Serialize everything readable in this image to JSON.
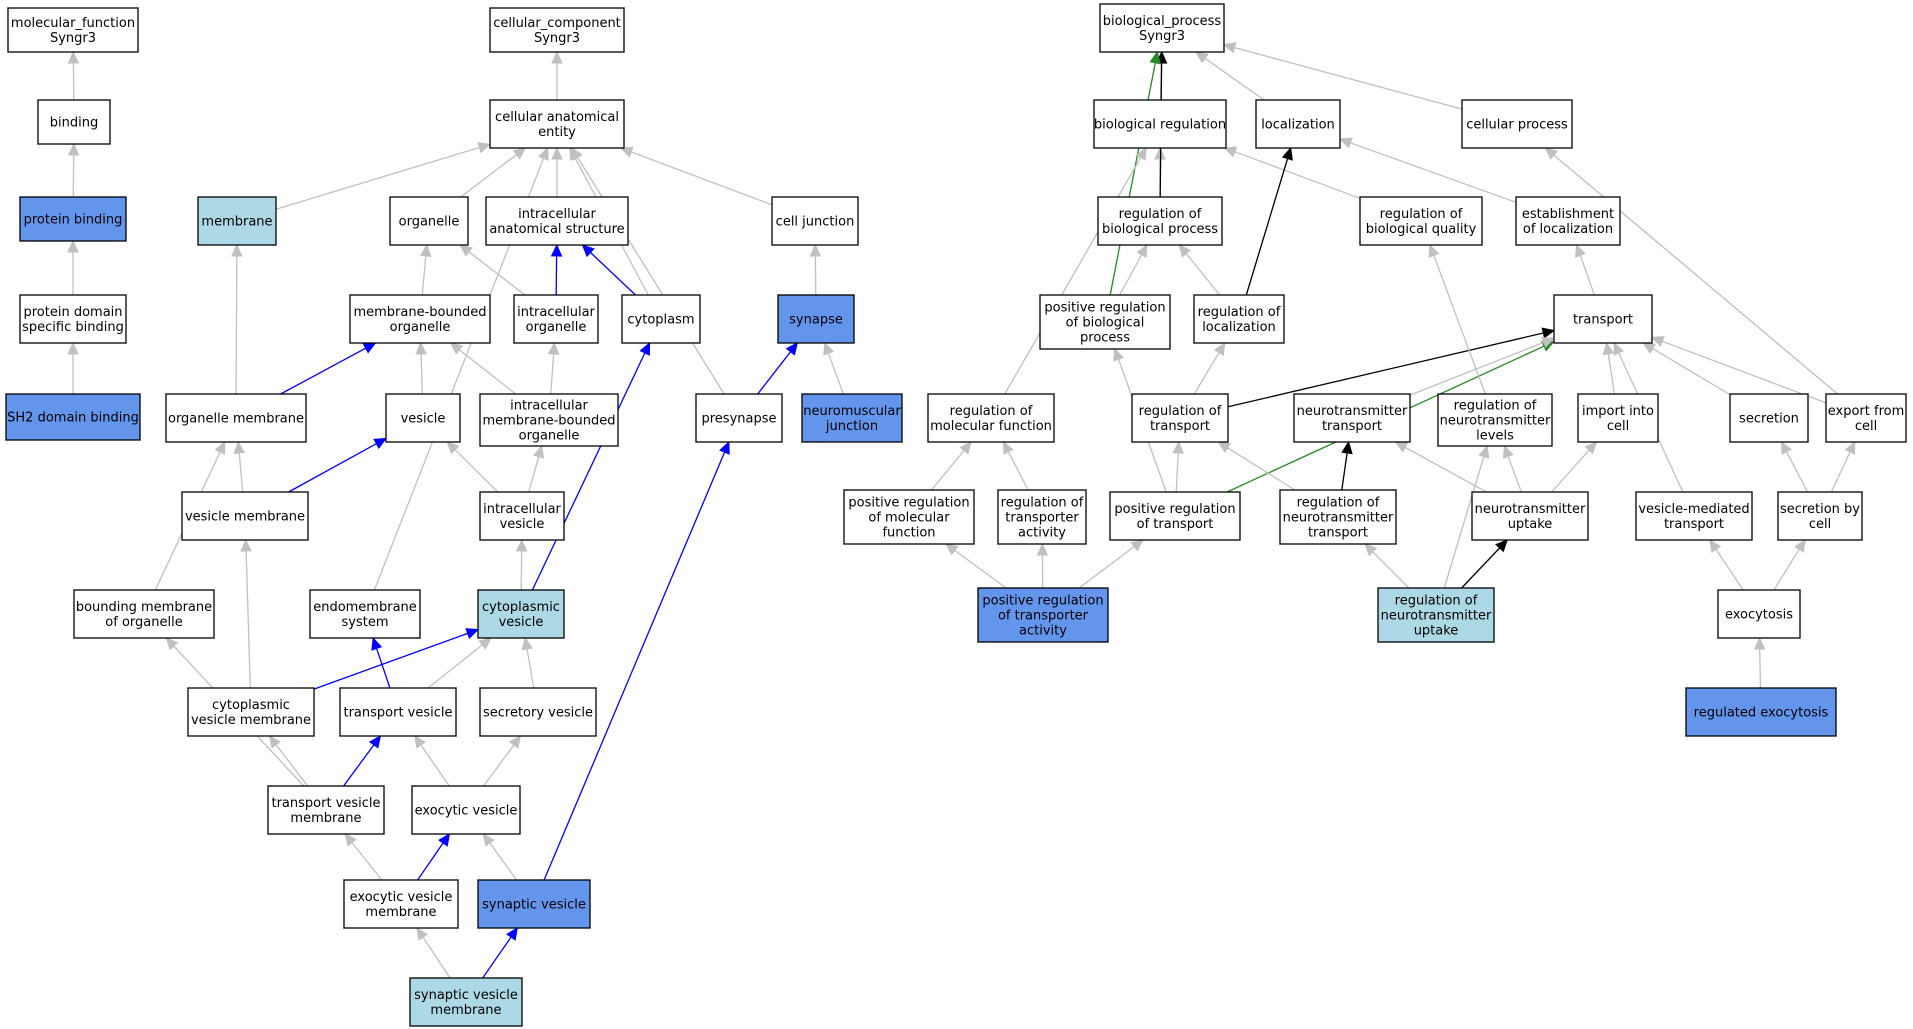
{
  "colors": {
    "white": "#ffffff",
    "light": "#add8e6",
    "blue": "#6495ed",
    "edge_default": "#c0c0c0",
    "edge_part_of": "#0000ff",
    "edge_regulates": "#000000",
    "edge_positive": "#228b22"
  },
  "nodes": [
    {
      "id": "mf",
      "lines": [
        "molecular_function",
        "Syngr3"
      ],
      "fill": "white"
    },
    {
      "id": "binding",
      "lines": [
        "binding"
      ],
      "fill": "white"
    },
    {
      "id": "pb",
      "lines": [
        "protein binding"
      ],
      "fill": "blue"
    },
    {
      "id": "pdsb",
      "lines": [
        "protein domain",
        "specific binding"
      ],
      "fill": "white"
    },
    {
      "id": "sh2",
      "lines": [
        "SH2 domain binding"
      ],
      "fill": "blue"
    },
    {
      "id": "cc",
      "lines": [
        "cellular_component",
        "Syngr3"
      ],
      "fill": "white"
    },
    {
      "id": "cae",
      "lines": [
        "cellular anatomical",
        "entity"
      ],
      "fill": "white"
    },
    {
      "id": "membrane",
      "lines": [
        "membrane"
      ],
      "fill": "light"
    },
    {
      "id": "organelle",
      "lines": [
        "organelle"
      ],
      "fill": "white"
    },
    {
      "id": "ias",
      "lines": [
        "intracellular",
        "anatomical structure"
      ],
      "fill": "white"
    },
    {
      "id": "cj",
      "lines": [
        "cell junction"
      ],
      "fill": "white"
    },
    {
      "id": "mbo",
      "lines": [
        "membrane-bounded",
        "organelle"
      ],
      "fill": "white"
    },
    {
      "id": "io",
      "lines": [
        "intracellular",
        "organelle"
      ],
      "fill": "white"
    },
    {
      "id": "cytoplasm",
      "lines": [
        "cytoplasm"
      ],
      "fill": "white"
    },
    {
      "id": "synapse",
      "lines": [
        "synapse"
      ],
      "fill": "blue"
    },
    {
      "id": "om",
      "lines": [
        "organelle membrane"
      ],
      "fill": "white"
    },
    {
      "id": "vesicle",
      "lines": [
        "vesicle"
      ],
      "fill": "white"
    },
    {
      "id": "imbo",
      "lines": [
        "intracellular",
        "membrane-bounded",
        "organelle"
      ],
      "fill": "white"
    },
    {
      "id": "presynapse",
      "lines": [
        "presynapse"
      ],
      "fill": "white"
    },
    {
      "id": "nmj",
      "lines": [
        "neuromuscular",
        "junction"
      ],
      "fill": "blue"
    },
    {
      "id": "vm",
      "lines": [
        "vesicle membrane"
      ],
      "fill": "white"
    },
    {
      "id": "iv",
      "lines": [
        "intracellular",
        "vesicle"
      ],
      "fill": "white"
    },
    {
      "id": "bmo",
      "lines": [
        "bounding membrane",
        "of organelle"
      ],
      "fill": "white"
    },
    {
      "id": "es",
      "lines": [
        "endomembrane",
        "system"
      ],
      "fill": "white"
    },
    {
      "id": "cv",
      "lines": [
        "cytoplasmic",
        "vesicle"
      ],
      "fill": "light"
    },
    {
      "id": "cvm",
      "lines": [
        "cytoplasmic",
        "vesicle membrane"
      ],
      "fill": "white"
    },
    {
      "id": "tv",
      "lines": [
        "transport vesicle"
      ],
      "fill": "white"
    },
    {
      "id": "sv",
      "lines": [
        "secretory vesicle"
      ],
      "fill": "white"
    },
    {
      "id": "tvm",
      "lines": [
        "transport vesicle",
        "membrane"
      ],
      "fill": "white"
    },
    {
      "id": "ev",
      "lines": [
        "exocytic vesicle"
      ],
      "fill": "white"
    },
    {
      "id": "evm",
      "lines": [
        "exocytic vesicle",
        "membrane"
      ],
      "fill": "white"
    },
    {
      "id": "synv",
      "lines": [
        "synaptic vesicle"
      ],
      "fill": "blue"
    },
    {
      "id": "svm",
      "lines": [
        "synaptic vesicle",
        "membrane"
      ],
      "fill": "light"
    },
    {
      "id": "bp",
      "lines": [
        "biological_process",
        "Syngr3"
      ],
      "fill": "white"
    },
    {
      "id": "br",
      "lines": [
        "biological regulation"
      ],
      "fill": "white"
    },
    {
      "id": "loc",
      "lines": [
        "localization"
      ],
      "fill": "white"
    },
    {
      "id": "cp",
      "lines": [
        "cellular process"
      ],
      "fill": "white"
    },
    {
      "id": "rbp",
      "lines": [
        "regulation of",
        "biological process"
      ],
      "fill": "white"
    },
    {
      "id": "rbq",
      "lines": [
        "regulation of",
        "biological quality"
      ],
      "fill": "white"
    },
    {
      "id": "eol",
      "lines": [
        "establishment",
        "of localization"
      ],
      "fill": "white"
    },
    {
      "id": "prbp",
      "lines": [
        "positive regulation",
        "of biological",
        "process"
      ],
      "fill": "white"
    },
    {
      "id": "rol",
      "lines": [
        "regulation of",
        "localization"
      ],
      "fill": "white"
    },
    {
      "id": "transport",
      "lines": [
        "transport"
      ],
      "fill": "white"
    },
    {
      "id": "rmf",
      "lines": [
        "regulation of",
        "molecular function"
      ],
      "fill": "white"
    },
    {
      "id": "rot",
      "lines": [
        "regulation of",
        "transport"
      ],
      "fill": "white"
    },
    {
      "id": "ntt",
      "lines": [
        "neurotransmitter",
        "transport"
      ],
      "fill": "white"
    },
    {
      "id": "rnl",
      "lines": [
        "regulation of",
        "neurotransmitter",
        "levels"
      ],
      "fill": "white"
    },
    {
      "id": "iic",
      "lines": [
        "import into",
        "cell"
      ],
      "fill": "white"
    },
    {
      "id": "secretion",
      "lines": [
        "secretion"
      ],
      "fill": "white"
    },
    {
      "id": "efc",
      "lines": [
        "export from",
        "cell"
      ],
      "fill": "white"
    },
    {
      "id": "prmf",
      "lines": [
        "positive regulation",
        "of molecular",
        "function"
      ],
      "fill": "white"
    },
    {
      "id": "rta",
      "lines": [
        "regulation of",
        "transporter",
        "activity"
      ],
      "fill": "white"
    },
    {
      "id": "prt",
      "lines": [
        "positive regulation",
        "of transport"
      ],
      "fill": "white"
    },
    {
      "id": "rntt",
      "lines": [
        "regulation of",
        "neurotransmitter",
        "transport"
      ],
      "fill": "white"
    },
    {
      "id": "ntu",
      "lines": [
        "neurotransmitter",
        "uptake"
      ],
      "fill": "white"
    },
    {
      "id": "vmt",
      "lines": [
        "vesicle-mediated",
        "transport"
      ],
      "fill": "white"
    },
    {
      "id": "sbc",
      "lines": [
        "secretion by",
        "cell"
      ],
      "fill": "white"
    },
    {
      "id": "prta",
      "lines": [
        "positive regulation",
        "of transporter",
        "activity"
      ],
      "fill": "blue"
    },
    {
      "id": "rntu",
      "lines": [
        "regulation of",
        "neurotransmitter",
        "uptake"
      ],
      "fill": "light"
    },
    {
      "id": "exocytosis",
      "lines": [
        "exocytosis"
      ],
      "fill": "white"
    },
    {
      "id": "rexo",
      "lines": [
        "regulated exocytosis"
      ],
      "fill": "blue"
    }
  ],
  "edges": [
    {
      "from": "binding",
      "to": "mf",
      "type": "is_a"
    },
    {
      "from": "pb",
      "to": "binding",
      "type": "is_a"
    },
    {
      "from": "pdsb",
      "to": "pb",
      "type": "is_a"
    },
    {
      "from": "sh2",
      "to": "pdsb",
      "type": "is_a"
    },
    {
      "from": "cae",
      "to": "cc",
      "type": "is_a"
    },
    {
      "from": "membrane",
      "to": "cae",
      "type": "is_a"
    },
    {
      "from": "organelle",
      "to": "cae",
      "type": "is_a"
    },
    {
      "from": "ias",
      "to": "cae",
      "type": "is_a"
    },
    {
      "from": "cj",
      "to": "cae",
      "type": "is_a"
    },
    {
      "from": "cytoplasm",
      "to": "cae",
      "type": "is_a"
    },
    {
      "from": "presynapse",
      "to": "cae",
      "type": "is_a"
    },
    {
      "from": "es",
      "to": "cae",
      "type": "is_a"
    },
    {
      "from": "mbo",
      "to": "organelle",
      "type": "is_a"
    },
    {
      "from": "io",
      "to": "organelle",
      "type": "is_a"
    },
    {
      "from": "io",
      "to": "ias",
      "type": "part_of"
    },
    {
      "from": "cytoplasm",
      "to": "ias",
      "type": "part_of"
    },
    {
      "from": "synapse",
      "to": "cj",
      "type": "is_a"
    },
    {
      "from": "nmj",
      "to": "synapse",
      "type": "is_a"
    },
    {
      "from": "presynapse",
      "to": "synapse",
      "type": "part_of"
    },
    {
      "from": "om",
      "to": "membrane",
      "type": "is_a"
    },
    {
      "from": "om",
      "to": "mbo",
      "type": "part_of"
    },
    {
      "from": "vesicle",
      "to": "mbo",
      "type": "is_a"
    },
    {
      "from": "imbo",
      "to": "mbo",
      "type": "is_a"
    },
    {
      "from": "imbo",
      "to": "io",
      "type": "is_a"
    },
    {
      "from": "vm",
      "to": "om",
      "type": "is_a"
    },
    {
      "from": "vm",
      "to": "vesicle",
      "type": "part_of"
    },
    {
      "from": "iv",
      "to": "vesicle",
      "type": "is_a"
    },
    {
      "from": "iv",
      "to": "imbo",
      "type": "is_a"
    },
    {
      "from": "bmo",
      "to": "om",
      "type": "is_a"
    },
    {
      "from": "cv",
      "to": "iv",
      "type": "is_a"
    },
    {
      "from": "cv",
      "to": "cytoplasm",
      "type": "part_of"
    },
    {
      "from": "cvm",
      "to": "vm",
      "type": "is_a"
    },
    {
      "from": "cvm",
      "to": "cv",
      "type": "part_of"
    },
    {
      "from": "tv",
      "to": "cv",
      "type": "is_a"
    },
    {
      "from": "tv",
      "to": "es",
      "type": "part_of"
    },
    {
      "from": "sv",
      "to": "cv",
      "type": "is_a"
    },
    {
      "from": "tvm",
      "to": "bmo",
      "type": "is_a"
    },
    {
      "from": "tvm",
      "to": "cvm",
      "type": "is_a"
    },
    {
      "from": "tvm",
      "to": "tv",
      "type": "part_of"
    },
    {
      "from": "ev",
      "to": "tv",
      "type": "is_a"
    },
    {
      "from": "ev",
      "to": "sv",
      "type": "is_a"
    },
    {
      "from": "evm",
      "to": "tvm",
      "type": "is_a"
    },
    {
      "from": "evm",
      "to": "ev",
      "type": "part_of"
    },
    {
      "from": "synv",
      "to": "ev",
      "type": "is_a"
    },
    {
      "from": "synv",
      "to": "presynapse",
      "type": "part_of"
    },
    {
      "from": "svm",
      "to": "evm",
      "type": "is_a"
    },
    {
      "from": "svm",
      "to": "synv",
      "type": "part_of"
    },
    {
      "from": "br",
      "to": "bp",
      "type": "is_a"
    },
    {
      "from": "loc",
      "to": "bp",
      "type": "is_a"
    },
    {
      "from": "cp",
      "to": "bp",
      "type": "is_a"
    },
    {
      "from": "rbp",
      "to": "br",
      "type": "is_a"
    },
    {
      "from": "rbp",
      "to": "bp",
      "type": "regulates"
    },
    {
      "from": "prbp",
      "to": "bp",
      "type": "positively_regulates"
    },
    {
      "from": "rbq",
      "to": "br",
      "type": "is_a"
    },
    {
      "from": "eol",
      "to": "loc",
      "type": "is_a"
    },
    {
      "from": "rmf",
      "to": "br",
      "type": "is_a"
    },
    {
      "from": "prbp",
      "to": "rbp",
      "type": "is_a"
    },
    {
      "from": "rol",
      "to": "rbp",
      "type": "is_a"
    },
    {
      "from": "rol",
      "to": "loc",
      "type": "regulates"
    },
    {
      "from": "transport",
      "to": "eol",
      "type": "is_a"
    },
    {
      "from": "rot",
      "to": "rol",
      "type": "is_a"
    },
    {
      "from": "rot",
      "to": "transport",
      "type": "regulates"
    },
    {
      "from": "prt",
      "to": "transport",
      "type": "positively_regulates"
    },
    {
      "from": "ntt",
      "to": "transport",
      "type": "is_a"
    },
    {
      "from": "rnl",
      "to": "rbq",
      "type": "is_a"
    },
    {
      "from": "iic",
      "to": "transport",
      "type": "is_a"
    },
    {
      "from": "secretion",
      "to": "transport",
      "type": "is_a"
    },
    {
      "from": "efc",
      "to": "transport",
      "type": "is_a"
    },
    {
      "from": "efc",
      "to": "cp",
      "type": "is_a"
    },
    {
      "from": "vmt",
      "to": "transport",
      "type": "is_a"
    },
    {
      "from": "prmf",
      "to": "rmf",
      "type": "is_a"
    },
    {
      "from": "rta",
      "to": "rmf",
      "type": "is_a"
    },
    {
      "from": "prt",
      "to": "rot",
      "type": "is_a"
    },
    {
      "from": "prt",
      "to": "prbp",
      "type": "is_a"
    },
    {
      "from": "rntt",
      "to": "rot",
      "type": "is_a"
    },
    {
      "from": "rntt",
      "to": "ntt",
      "type": "regulates"
    },
    {
      "from": "ntu",
      "to": "ntt",
      "type": "is_a"
    },
    {
      "from": "ntu",
      "to": "rnl",
      "type": "is_a"
    },
    {
      "from": "ntu",
      "to": "iic",
      "type": "is_a"
    },
    {
      "from": "sbc",
      "to": "secretion",
      "type": "is_a"
    },
    {
      "from": "sbc",
      "to": "efc",
      "type": "is_a"
    },
    {
      "from": "prta",
      "to": "prmf",
      "type": "is_a"
    },
    {
      "from": "prta",
      "to": "rta",
      "type": "is_a"
    },
    {
      "from": "prta",
      "to": "prt",
      "type": "is_a"
    },
    {
      "from": "rntu",
      "to": "rntt",
      "type": "is_a"
    },
    {
      "from": "rntu",
      "to": "ntu",
      "type": "regulates"
    },
    {
      "from": "rntu",
      "to": "rnl",
      "type": "is_a"
    },
    {
      "from": "exocytosis",
      "to": "vmt",
      "type": "is_a"
    },
    {
      "from": "exocytosis",
      "to": "sbc",
      "type": "is_a"
    },
    {
      "from": "rexo",
      "to": "exocytosis",
      "type": "is_a"
    }
  ]
}
